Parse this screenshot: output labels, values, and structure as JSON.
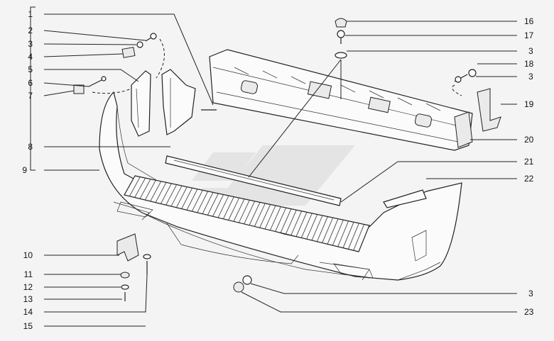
{
  "callouts_left": [
    "1",
    "2",
    "3",
    "4",
    "5",
    "6",
    "7",
    "8",
    "9",
    "10",
    "11",
    "12",
    "13",
    "14",
    "15"
  ],
  "callouts_right": [
    "16",
    "17",
    "3",
    "18",
    "3",
    "19",
    "20",
    "21",
    "22",
    "3",
    "23"
  ]
}
